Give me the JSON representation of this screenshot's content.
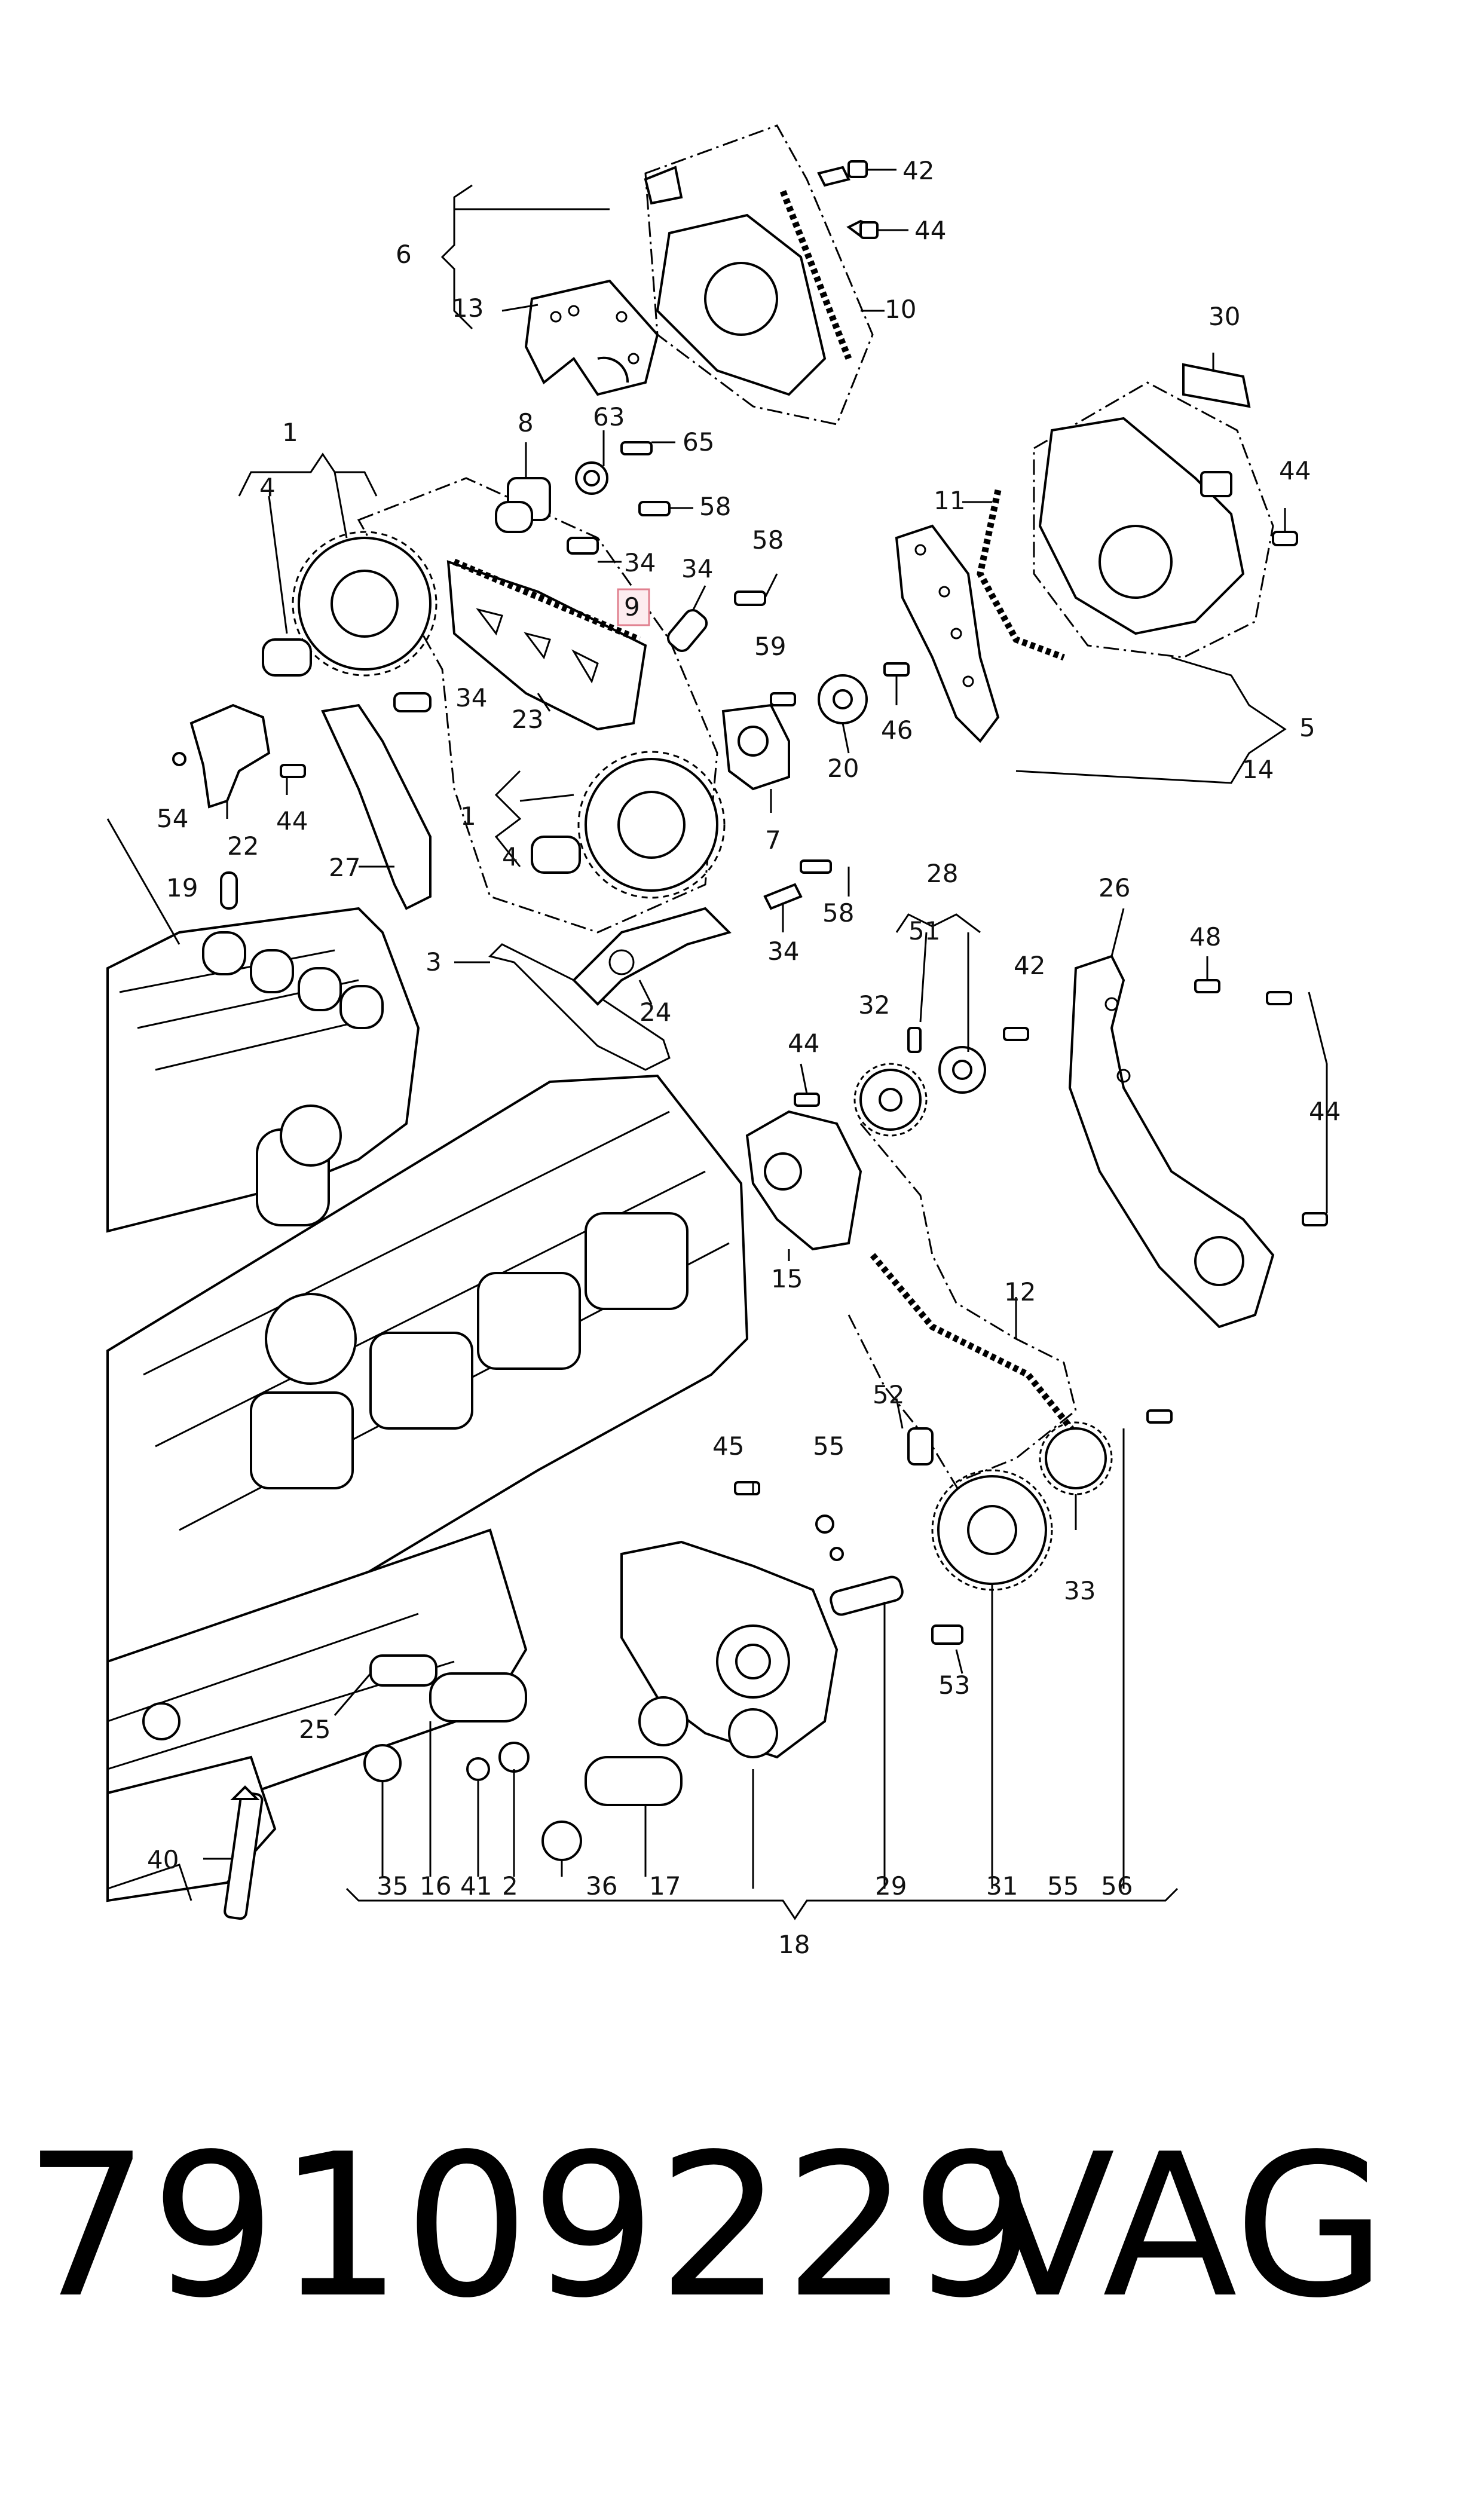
{
  "diagram": {
    "part_labels": [
      "1",
      "4",
      "6",
      "13",
      "42",
      "44",
      "10",
      "30",
      "8",
      "63",
      "65",
      "58",
      "34",
      "9",
      "58",
      "34",
      "11",
      "44",
      "59",
      "46",
      "23",
      "34",
      "54",
      "22",
      "44",
      "20",
      "7",
      "1",
      "4",
      "5",
      "14",
      "19",
      "27",
      "28",
      "51",
      "42",
      "26",
      "48",
      "3",
      "24",
      "58",
      "34",
      "44",
      "32",
      "44",
      "15",
      "12",
      "45",
      "55",
      "52",
      "33",
      "53",
      "25",
      "35",
      "16",
      "41",
      "2",
      "36",
      "17",
      "29",
      "31",
      "55",
      "56",
      "18",
      "40"
    ],
    "highlighted_label": "9"
  },
  "footer": {
    "part_number": "79109229",
    "brand": "VAG"
  }
}
